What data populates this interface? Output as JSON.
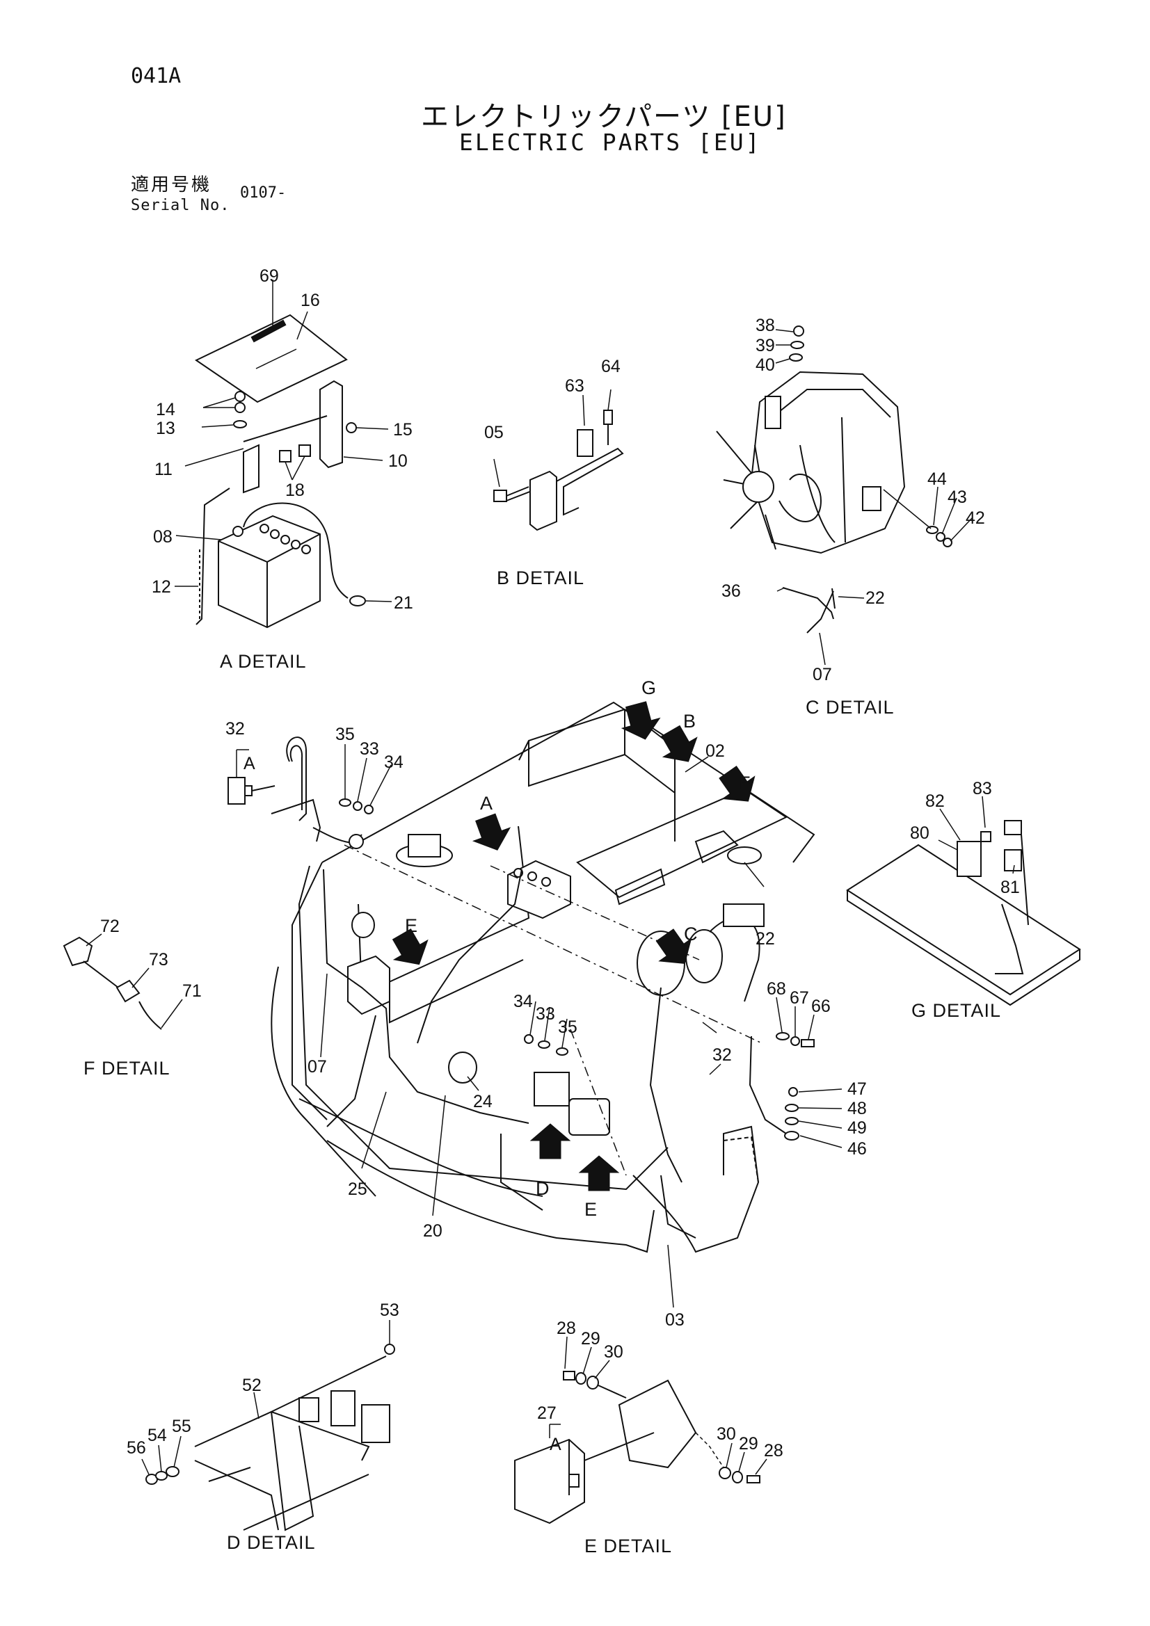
{
  "page": {
    "code": "041A",
    "title_jp": "エレクトリックパーツ [EU]",
    "title_en": "ELECTRIC PARTS [EU]",
    "serial_label_jp": "適用号機",
    "serial_label_en": "Serial No.",
    "serial_value": "0107-"
  },
  "details": {
    "a": {
      "caption": "A DETAIL",
      "parts": [
        "69",
        "16",
        "14",
        "13",
        "11",
        "18",
        "15",
        "10",
        "08",
        "12",
        "21"
      ]
    },
    "b": {
      "caption": "B DETAIL",
      "parts": [
        "64",
        "63",
        "05"
      ]
    },
    "c": {
      "caption": "C DETAIL",
      "parts": [
        "38",
        "39",
        "40",
        "44",
        "43",
        "42",
        "36",
        "22",
        "07"
      ]
    },
    "main": {
      "parts": [
        "32",
        "35",
        "33",
        "34",
        "02",
        "22",
        "07",
        "24",
        "25",
        "20",
        "34",
        "33",
        "35",
        "32",
        "68",
        "67",
        "66",
        "47",
        "48",
        "49",
        "46",
        "03"
      ],
      "arrows": [
        "G",
        "B",
        "F",
        "A",
        "C",
        "E",
        "D",
        "E"
      ],
      "sub_label": "A"
    },
    "f": {
      "caption": "F DETAIL",
      "parts": [
        "72",
        "73",
        "71"
      ]
    },
    "g": {
      "caption": "G DETAIL",
      "parts": [
        "83",
        "82",
        "80",
        "81"
      ]
    },
    "d": {
      "caption": "D DETAIL",
      "parts": [
        "53",
        "52",
        "56",
        "54",
        "55"
      ]
    },
    "e": {
      "caption": "E DETAIL",
      "parts": [
        "28",
        "29",
        "30",
        "27",
        "30",
        "29",
        "28"
      ],
      "sub_label": "A"
    }
  }
}
